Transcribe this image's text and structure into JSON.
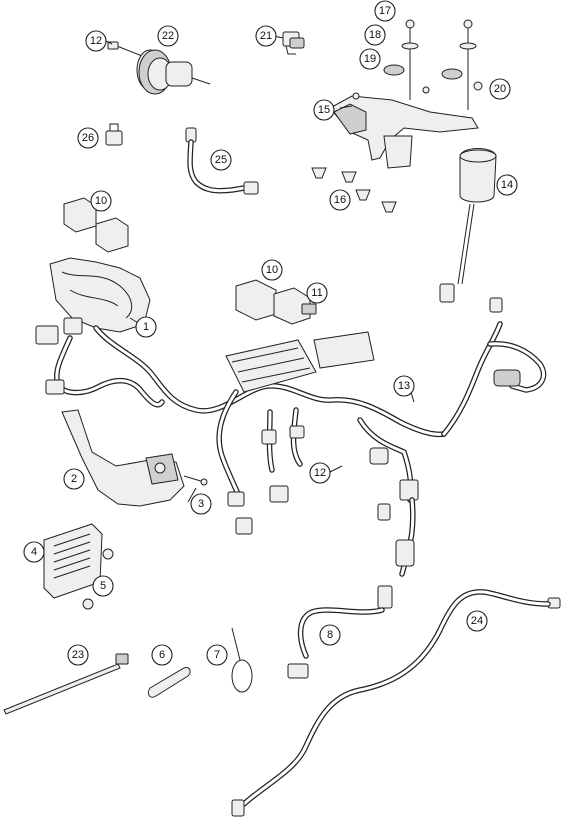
{
  "callouts": [
    {
      "id": "c1",
      "label": "1"
    },
    {
      "id": "c2",
      "label": "2"
    },
    {
      "id": "c3",
      "label": "3"
    },
    {
      "id": "c4",
      "label": "4"
    },
    {
      "id": "c5",
      "label": "5"
    },
    {
      "id": "c6",
      "label": "6"
    },
    {
      "id": "c7",
      "label": "7"
    },
    {
      "id": "c8",
      "label": "8"
    },
    {
      "id": "c10a",
      "label": "10"
    },
    {
      "id": "c10b",
      "label": "10"
    },
    {
      "id": "c11",
      "label": "11"
    },
    {
      "id": "c12a",
      "label": "12"
    },
    {
      "id": "c12b",
      "label": "12"
    },
    {
      "id": "c13",
      "label": "13"
    },
    {
      "id": "c14",
      "label": "14"
    },
    {
      "id": "c15",
      "label": "15"
    },
    {
      "id": "c16",
      "label": "16"
    },
    {
      "id": "c17",
      "label": "17"
    },
    {
      "id": "c18",
      "label": "18"
    },
    {
      "id": "c19",
      "label": "19"
    },
    {
      "id": "c20",
      "label": "20"
    },
    {
      "id": "c21",
      "label": "21"
    },
    {
      "id": "c22",
      "label": "22"
    },
    {
      "id": "c23",
      "label": "23"
    },
    {
      "id": "c24",
      "label": "24"
    },
    {
      "id": "c25",
      "label": "25"
    },
    {
      "id": "c26",
      "label": "26"
    }
  ]
}
